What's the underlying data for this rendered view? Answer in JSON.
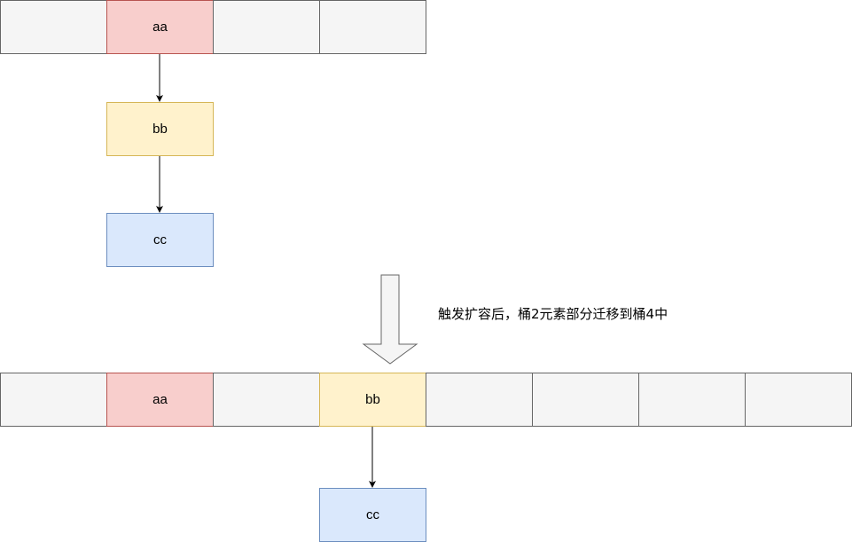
{
  "colors": {
    "empty_fill": "#f5f5f5",
    "empty_stroke": "#666666",
    "red_fill": "#f8cecc",
    "red_stroke": "#b85450",
    "yellow_fill": "#fff2cc",
    "yellow_stroke": "#d6b656",
    "blue_fill": "#dae8fc",
    "blue_stroke": "#6c8ebf",
    "arrow_stroke": "#000000",
    "big_arrow_fill": "#f5f5f5",
    "big_arrow_stroke": "#666666"
  },
  "before": {
    "buckets": [
      {
        "label": "",
        "color": "empty"
      },
      {
        "label": "aa",
        "color": "red"
      },
      {
        "label": "",
        "color": "empty"
      },
      {
        "label": "",
        "color": "empty"
      }
    ],
    "chain": [
      {
        "label": "bb",
        "color": "yellow"
      },
      {
        "label": "cc",
        "color": "blue"
      }
    ]
  },
  "transition": {
    "caption": "触发扩容后，桶2元素部分迁移到桶4中"
  },
  "after": {
    "buckets": [
      {
        "label": "",
        "color": "empty"
      },
      {
        "label": "aa",
        "color": "red"
      },
      {
        "label": "",
        "color": "empty"
      },
      {
        "label": "bb",
        "color": "yellow"
      },
      {
        "label": "",
        "color": "empty"
      },
      {
        "label": "",
        "color": "empty"
      },
      {
        "label": "",
        "color": "empty"
      },
      {
        "label": "",
        "color": "empty"
      }
    ],
    "chain": [
      {
        "label": "cc",
        "color": "blue"
      }
    ]
  }
}
